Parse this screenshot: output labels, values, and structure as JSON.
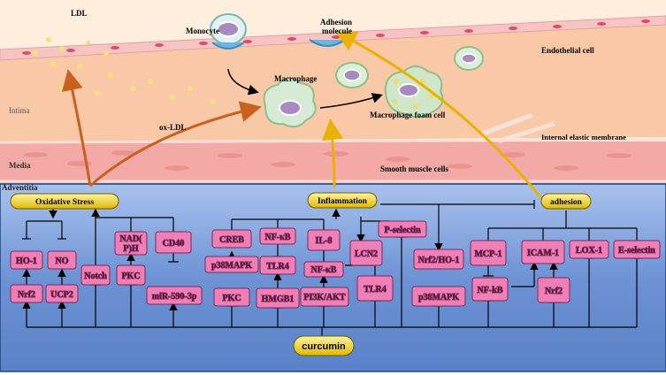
{
  "regions": {
    "intima": "Intima",
    "media": "Media",
    "adventitia": "Adventitia"
  },
  "labels": {
    "ldl": "LDL",
    "monocyte": "Monocyte",
    "adhesion_molecule": "Adhesion\nmolecule",
    "endothelial_cell": "Endothelial cell",
    "macrophage": "Macrophage",
    "ox_ldl": "ox-LDL",
    "macrophage_foam_cell": "Macrophage foam cell",
    "internal_elastic_membrane": "Internal elastic membrane",
    "smooth_muscle_cells": "Smooth muscle cells"
  },
  "pills": {
    "oxidative_stress": "Oxidative Stress",
    "inflammation": "Inflammation",
    "adhesion": "adhesion",
    "curcumin": "curcumin"
  },
  "boxes": {
    "ho1": "HO-1",
    "no": "NO",
    "nrf2_a": "Nrf2",
    "ucp2": "UCP2",
    "notch": "Notch",
    "nadph": "NAD(\nP)H",
    "pkc_a": "PKC",
    "cd40": "CD40",
    "mir590": "miR-590-3p",
    "creb": "CREB",
    "nfkb_a": "NF-κB",
    "il8": "IL-8",
    "p38mapk_a": "p38MAPK",
    "tlr4_a": "TLR4",
    "nfkb_b": "NF-κB",
    "pkc_b": "PKC",
    "hmgb1": "HMGB1",
    "pi3k": "PI3K/AKT",
    "tlr4_b": "TLR4",
    "pselectin": "P-selectin",
    "lcn2": "LCN2",
    "nrf2ho1": "Nrf2/HO-1",
    "p38mapk_b": "p38MAPK",
    "mcp1": "MCP-1",
    "icam1": "ICAM-1",
    "lox1": "LOX-1",
    "eselectin": "E-selectin",
    "nfkb_c": "NF-kB",
    "nrf2_b": "Nrf2"
  },
  "colors": {
    "top_bg": "#fdeedd",
    "intima": "#f9c8a6",
    "media": "#f5b0a8",
    "bottom_bg": "#6f96d6",
    "box_fill": "#f07fb8",
    "pill_fill": "#f3d21b"
  }
}
